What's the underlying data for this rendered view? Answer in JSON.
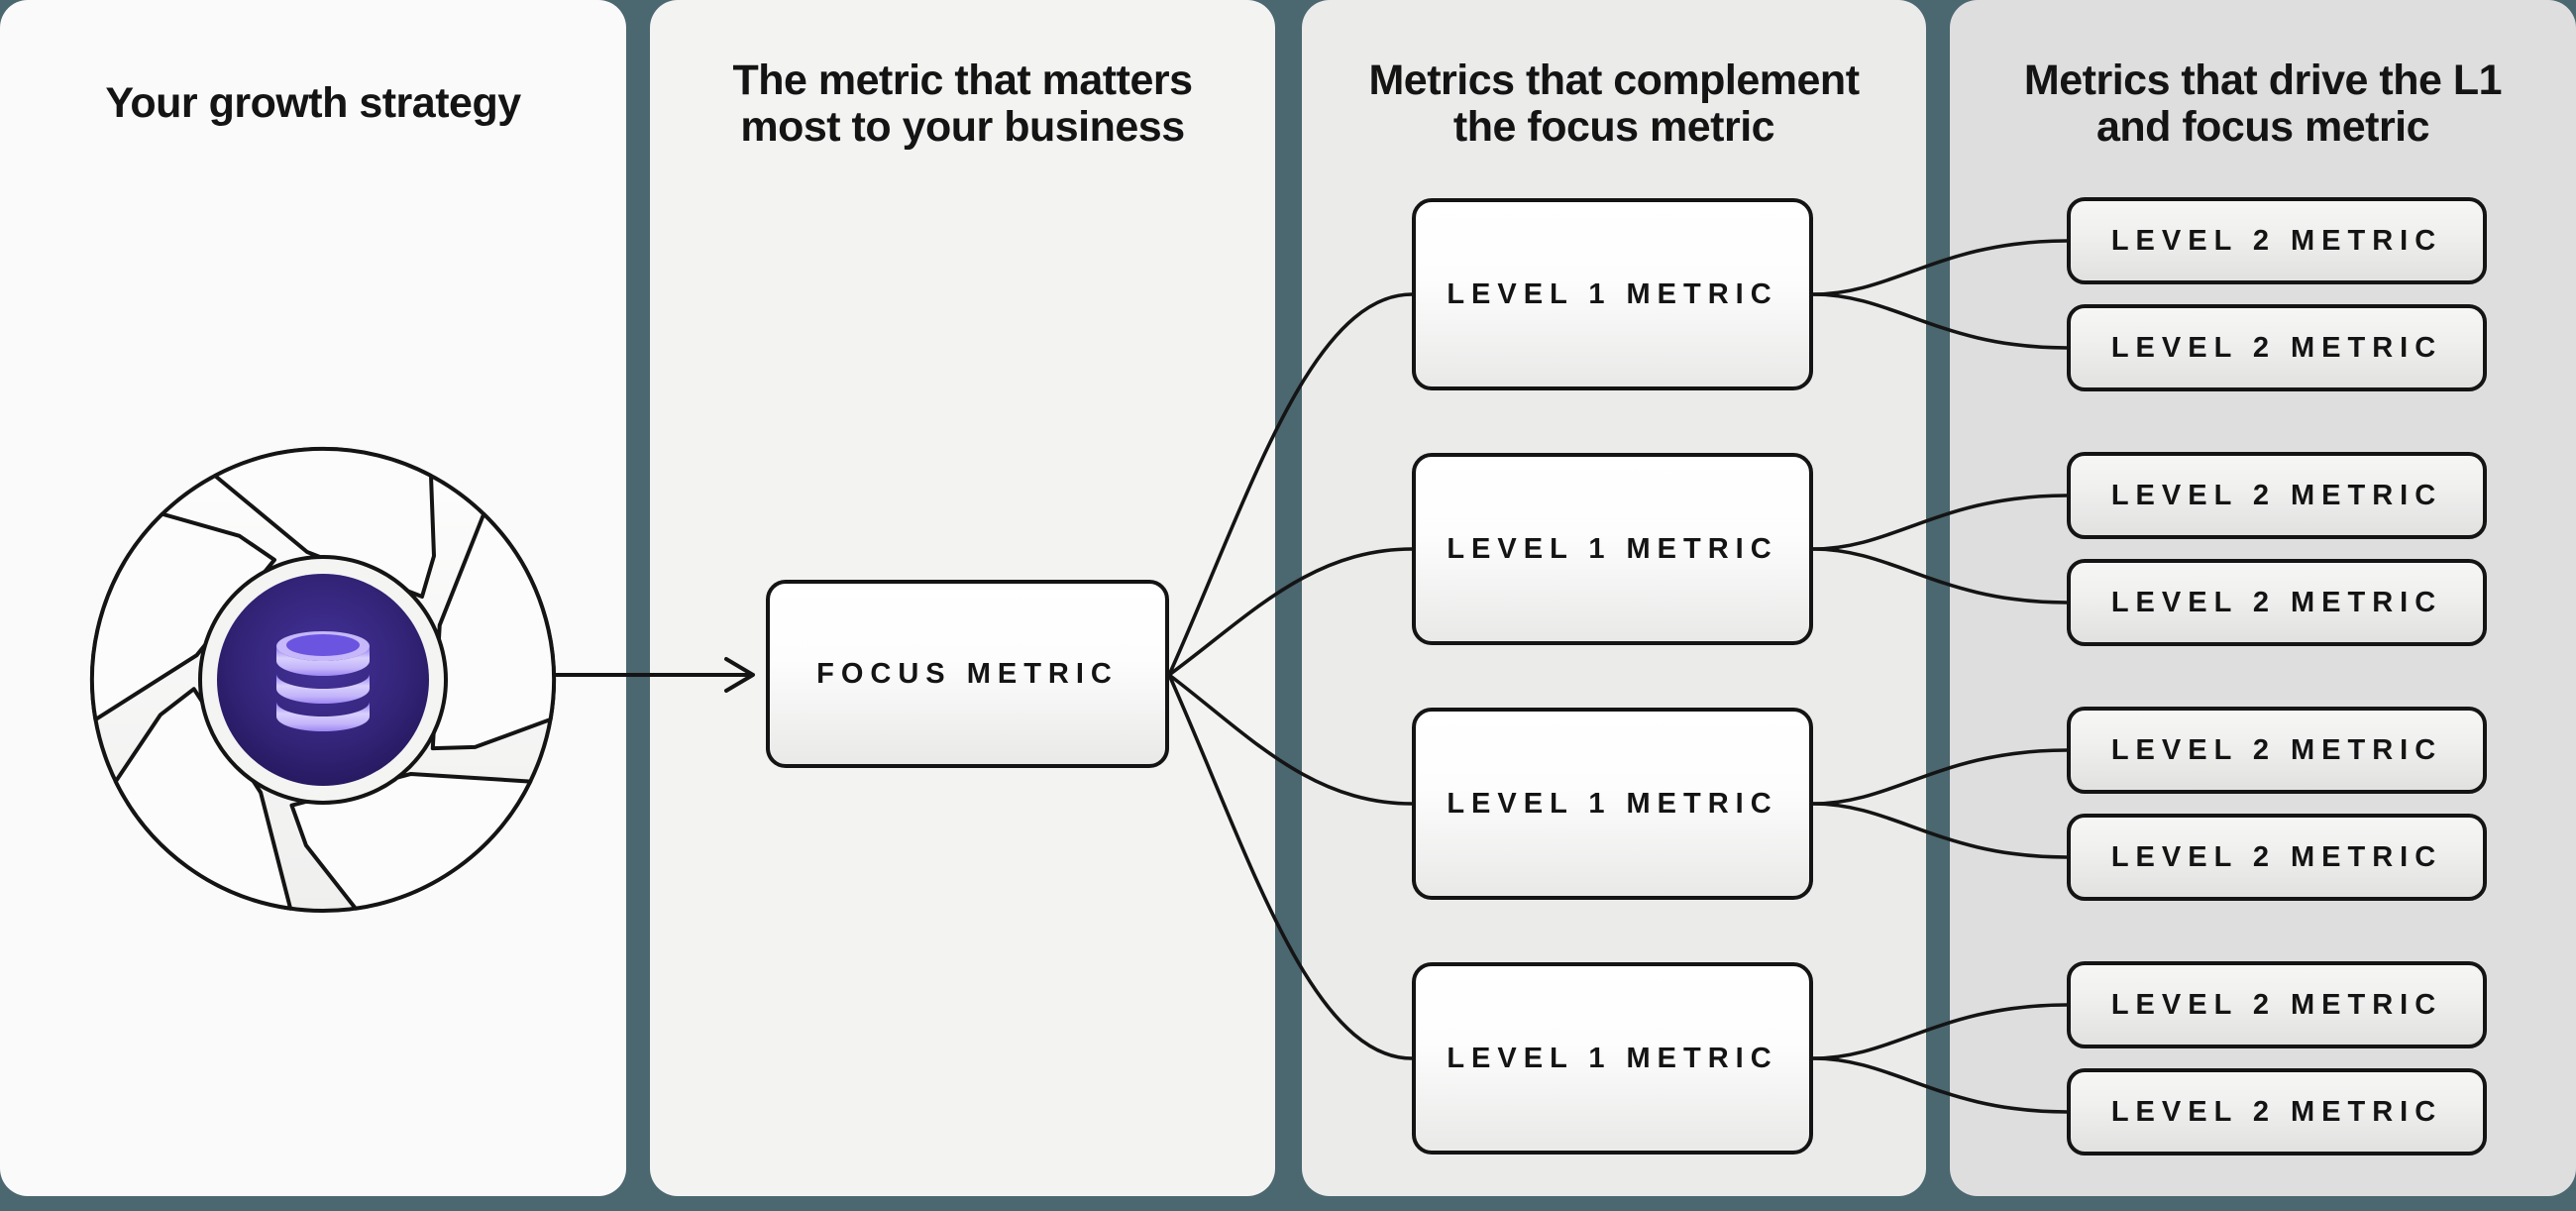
{
  "colors": {
    "bg": "#4B6770",
    "panel1": "#FAFAFA",
    "panel2": "#F3F3F2",
    "panel3": "#EBEBEA",
    "panel4": "#DEDEDE",
    "ink": "#141414",
    "nodeBottom": "#E9E9E8",
    "coreInner": "#45339B",
    "coreOuter": "#1F1150",
    "dbLight": "#D9D0FD",
    "dbMid": "#A48EF5",
    "dbDark": "#6B54DF"
  },
  "panels": [
    {
      "name": "growth-strategy",
      "lines": [
        "Your growth strategy"
      ]
    },
    {
      "name": "focus-metric",
      "lines": [
        "The metric that matters",
        "most to your business"
      ]
    },
    {
      "name": "level1-metrics",
      "lines": [
        "Metrics that complement",
        "the focus metric"
      ]
    },
    {
      "name": "level2-metrics",
      "lines": [
        "Metrics that drive the L1",
        "and focus metric"
      ]
    }
  ],
  "focus_box": {
    "label": "FOCUS METRIC"
  },
  "level1_boxes": [
    {
      "label": "LEVEL 1 METRIC"
    },
    {
      "label": "LEVEL 1 METRIC"
    },
    {
      "label": "LEVEL 1 METRIC"
    },
    {
      "label": "LEVEL 1 METRIC"
    }
  ],
  "level2_boxes": [
    {
      "label": "LEVEL 2 METRIC"
    },
    {
      "label": "LEVEL 2 METRIC"
    },
    {
      "label": "LEVEL 2 METRIC"
    },
    {
      "label": "LEVEL 2 METRIC"
    },
    {
      "label": "LEVEL 2 METRIC"
    },
    {
      "label": "LEVEL 2 METRIC"
    },
    {
      "label": "LEVEL 2 METRIC"
    },
    {
      "label": "LEVEL 2 METRIC"
    }
  ],
  "icon": {
    "name": "growth flywheel with database core"
  }
}
